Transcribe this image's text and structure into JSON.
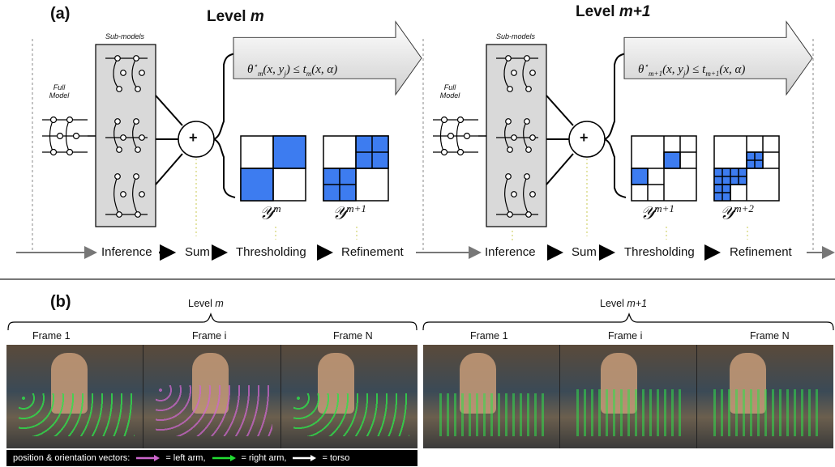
{
  "panel_a": {
    "label": "(a)",
    "levels": [
      {
        "title_prefix": "Level",
        "title_var": "m",
        "full_model_line1": "Full",
        "full_model_line2": "Model",
        "submodels_label": "Sub-models",
        "plus": "+",
        "threshold_text": "θ*m(x, yj) ≤ tm(x, α)",
        "sets": [
          "𝒴m",
          "𝒴m+1"
        ]
      },
      {
        "title_prefix": "Level",
        "title_var": "m+1",
        "full_model_line1": "Full",
        "full_model_line2": "Model",
        "submodels_label": "Sub-models",
        "plus": "+",
        "threshold_text": "θ*m+1(x, yj) ≤ tm+1(x, α)",
        "sets": [
          "𝒴m+1",
          "𝒴m+2"
        ]
      }
    ],
    "pipeline": [
      "Inference",
      "Sum",
      "Thresholding",
      "Refinement"
    ],
    "accent": "#3d7cf0"
  },
  "panel_b": {
    "label": "(b)",
    "levels": [
      {
        "title_prefix": "Level",
        "title_var": "m",
        "frames": [
          "Frame 1",
          "Frame i",
          "Frame N"
        ]
      },
      {
        "title_prefix": "Level",
        "title_var": "m+1",
        "frames": [
          "Frame 1",
          "Frame i",
          "Frame N"
        ]
      }
    ],
    "legend": {
      "prefix": "position & orientation vectors:",
      "items": [
        {
          "label": "= left arm,",
          "color": "#cc66cc"
        },
        {
          "label": "= right arm,",
          "color": "#22dd33"
        },
        {
          "label": "= torso",
          "color": "#ffffff"
        }
      ]
    }
  }
}
